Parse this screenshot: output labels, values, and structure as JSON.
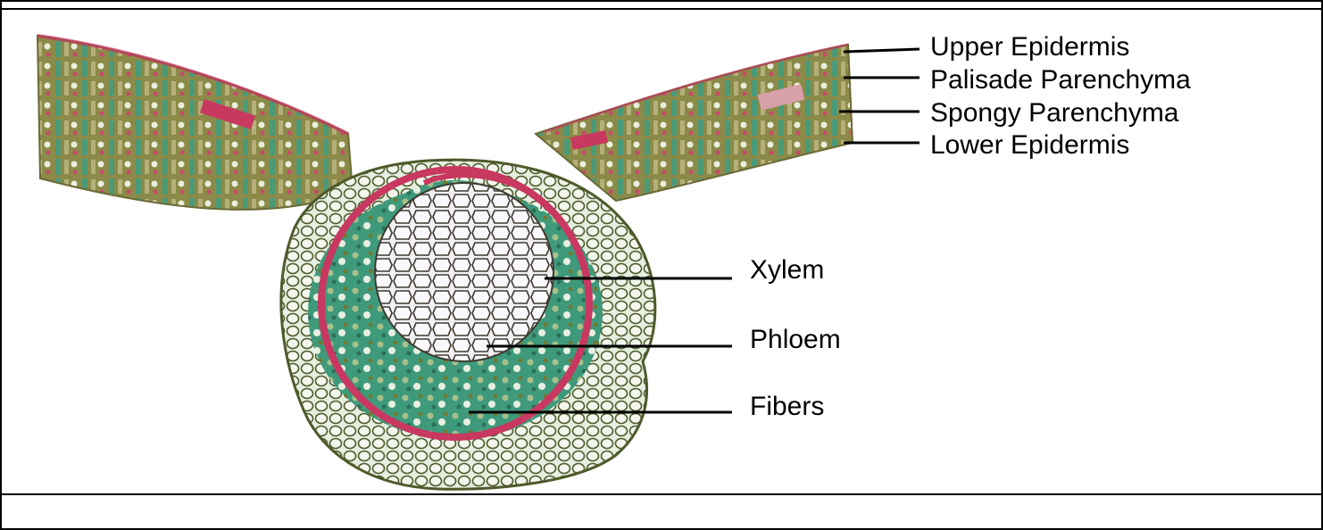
{
  "diagram": {
    "labels": {
      "upper_epidermis": "Upper Epidermis",
      "palisade_parenchyma": "Palisade Parenchyma",
      "spongy_parenchyma": "Spongy Parenchyma",
      "lower_epidermis": "Lower Epidermis",
      "xylem": "Xylem",
      "phloem": "Phloem",
      "fibers": "Fibers"
    },
    "colors": {
      "tissue_green": "#3f9a7c",
      "tissue_olive": "#8a8a3a",
      "tissue_red": "#c83860",
      "cell_wall": "#5a5a30",
      "background": "#ffffff",
      "border": "#000000"
    }
  }
}
